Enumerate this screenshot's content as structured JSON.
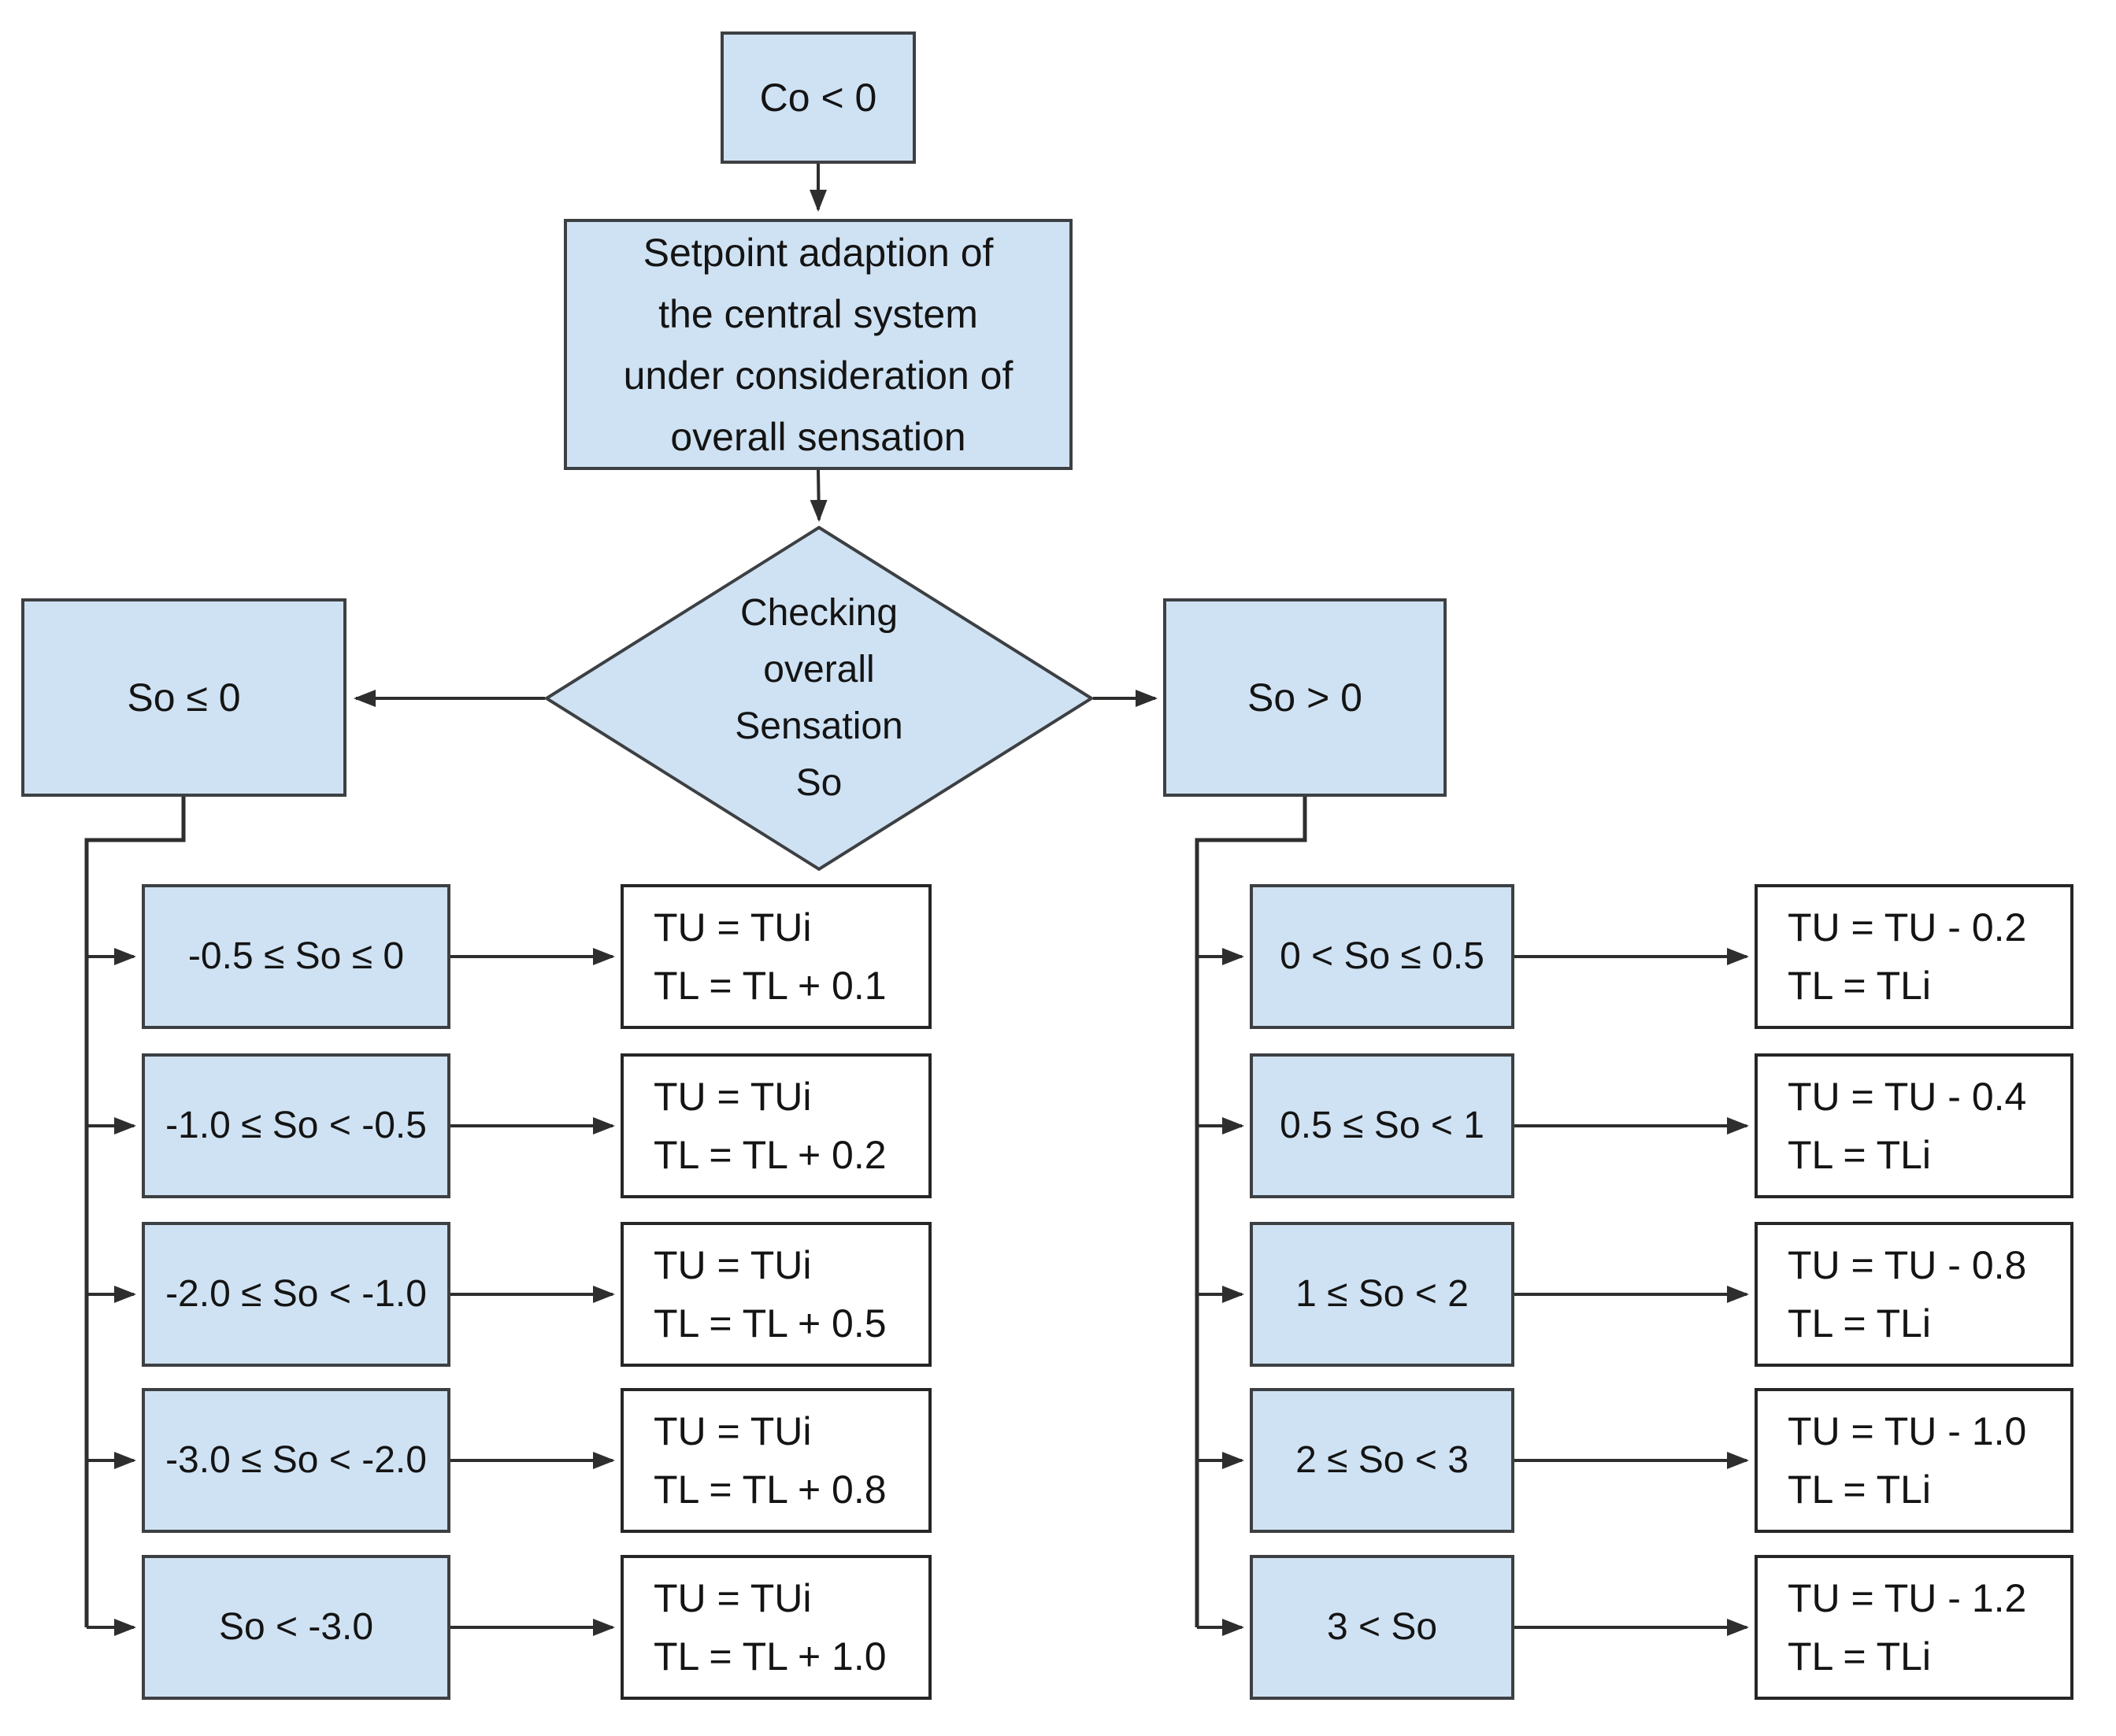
{
  "colors": {
    "node_fill": "#cfe2f3",
    "node_border": "#3d4043",
    "result_fill": "#ffffff",
    "result_border": "#262626",
    "connector": "#2e2e2e",
    "text": "#141414",
    "background": "#ffffff"
  },
  "start": {
    "label": "Co < 0"
  },
  "setpoint": {
    "lines": [
      "Setpoint adaption of",
      "the central system",
      "under consideration of",
      "overall sensation"
    ]
  },
  "decision": {
    "lines": [
      "Checking",
      "overall",
      "Sensation",
      "So"
    ]
  },
  "left_branch": {
    "label": "So ≤ 0",
    "rows": [
      {
        "condition": "-0.5 ≤ So ≤ 0",
        "result": [
          "TU = TUi",
          "TL = TL + 0.1"
        ]
      },
      {
        "condition": "-1.0 ≤ So < -0.5",
        "result": [
          "TU = TUi",
          "TL = TL + 0.2"
        ]
      },
      {
        "condition": "-2.0 ≤ So < -1.0",
        "result": [
          "TU = TUi",
          "TL = TL + 0.5"
        ]
      },
      {
        "condition": "-3.0 ≤ So < -2.0",
        "result": [
          "TU = TUi",
          "TL = TL + 0.8"
        ]
      },
      {
        "condition": "So < -3.0",
        "result": [
          "TU = TUi",
          "TL = TL + 1.0"
        ]
      }
    ]
  },
  "right_branch": {
    "label": "So > 0",
    "rows": [
      {
        "condition": "0 < So ≤ 0.5",
        "result": [
          "TU = TU - 0.2",
          "TL = TLi"
        ]
      },
      {
        "condition": "0.5 ≤ So < 1",
        "result": [
          "TU = TU - 0.4",
          "TL = TLi"
        ]
      },
      {
        "condition": "1 ≤ So < 2",
        "result": [
          "TU = TU - 0.8",
          "TL = TLi"
        ]
      },
      {
        "condition": "2 ≤ So < 3",
        "result": [
          "TU = TU - 1.0",
          "TL = TLi"
        ]
      },
      {
        "condition": "3 < So",
        "result": [
          "TU = TU - 1.2",
          "TL = TLi"
        ]
      }
    ]
  }
}
